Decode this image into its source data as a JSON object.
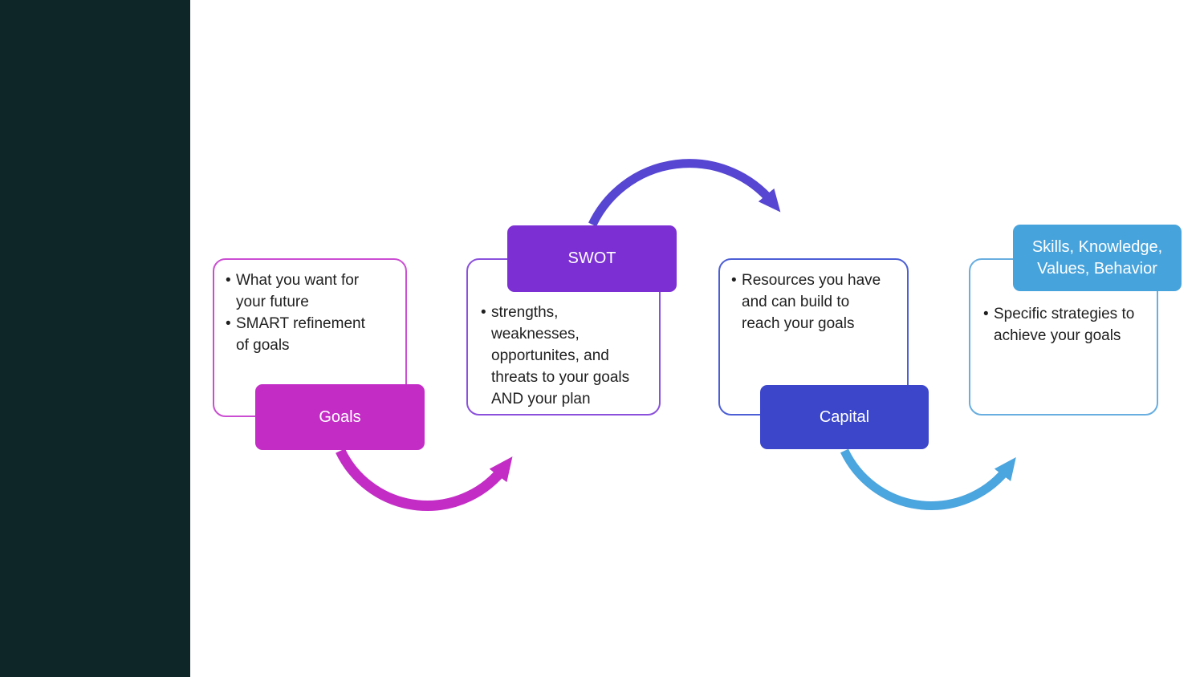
{
  "sidebar": {
    "color": "#0f2629"
  },
  "diagram": {
    "type": "process-flow",
    "text_color": "#1f1f1f",
    "background": "#ffffff",
    "steps": [
      {
        "id": "goals",
        "label": "Goals",
        "label_position": "bottom-right",
        "fill": "#c32dc6",
        "border": "#cb4ed2",
        "bullets": [
          "What you want for your future",
          "SMART refinement of goals"
        ]
      },
      {
        "id": "swot",
        "label": "SWOT",
        "label_position": "top-right",
        "fill": "#7c30d4",
        "border": "#8b51dc",
        "bullets": [
          "strengths, weaknesses, opportunites, and threats to your goals AND your plan"
        ]
      },
      {
        "id": "capital",
        "label": "Capital",
        "label_position": "bottom-right",
        "fill": "#3b46cb",
        "border": "#4d5fd5",
        "bullets": [
          "Resources you have and can build to reach your goals"
        ]
      },
      {
        "id": "skills",
        "label": "Skills, Knowledge, Values, Behavior",
        "label_position": "top-right",
        "fill": "#47a3dc",
        "border": "#68aee0",
        "bullets": [
          "Specific strategies to achieve your goals"
        ]
      }
    ],
    "arrows": [
      {
        "from": "goals",
        "to": "swot",
        "shape": "upward-swoosh-below",
        "color": "#c32dc6"
      },
      {
        "from": "swot",
        "to": "capital",
        "shape": "over-the-top-arc",
        "color": "#5646d2"
      },
      {
        "from": "capital",
        "to": "skills",
        "shape": "upward-swoosh-below",
        "color": "#4ba5de"
      }
    ]
  }
}
